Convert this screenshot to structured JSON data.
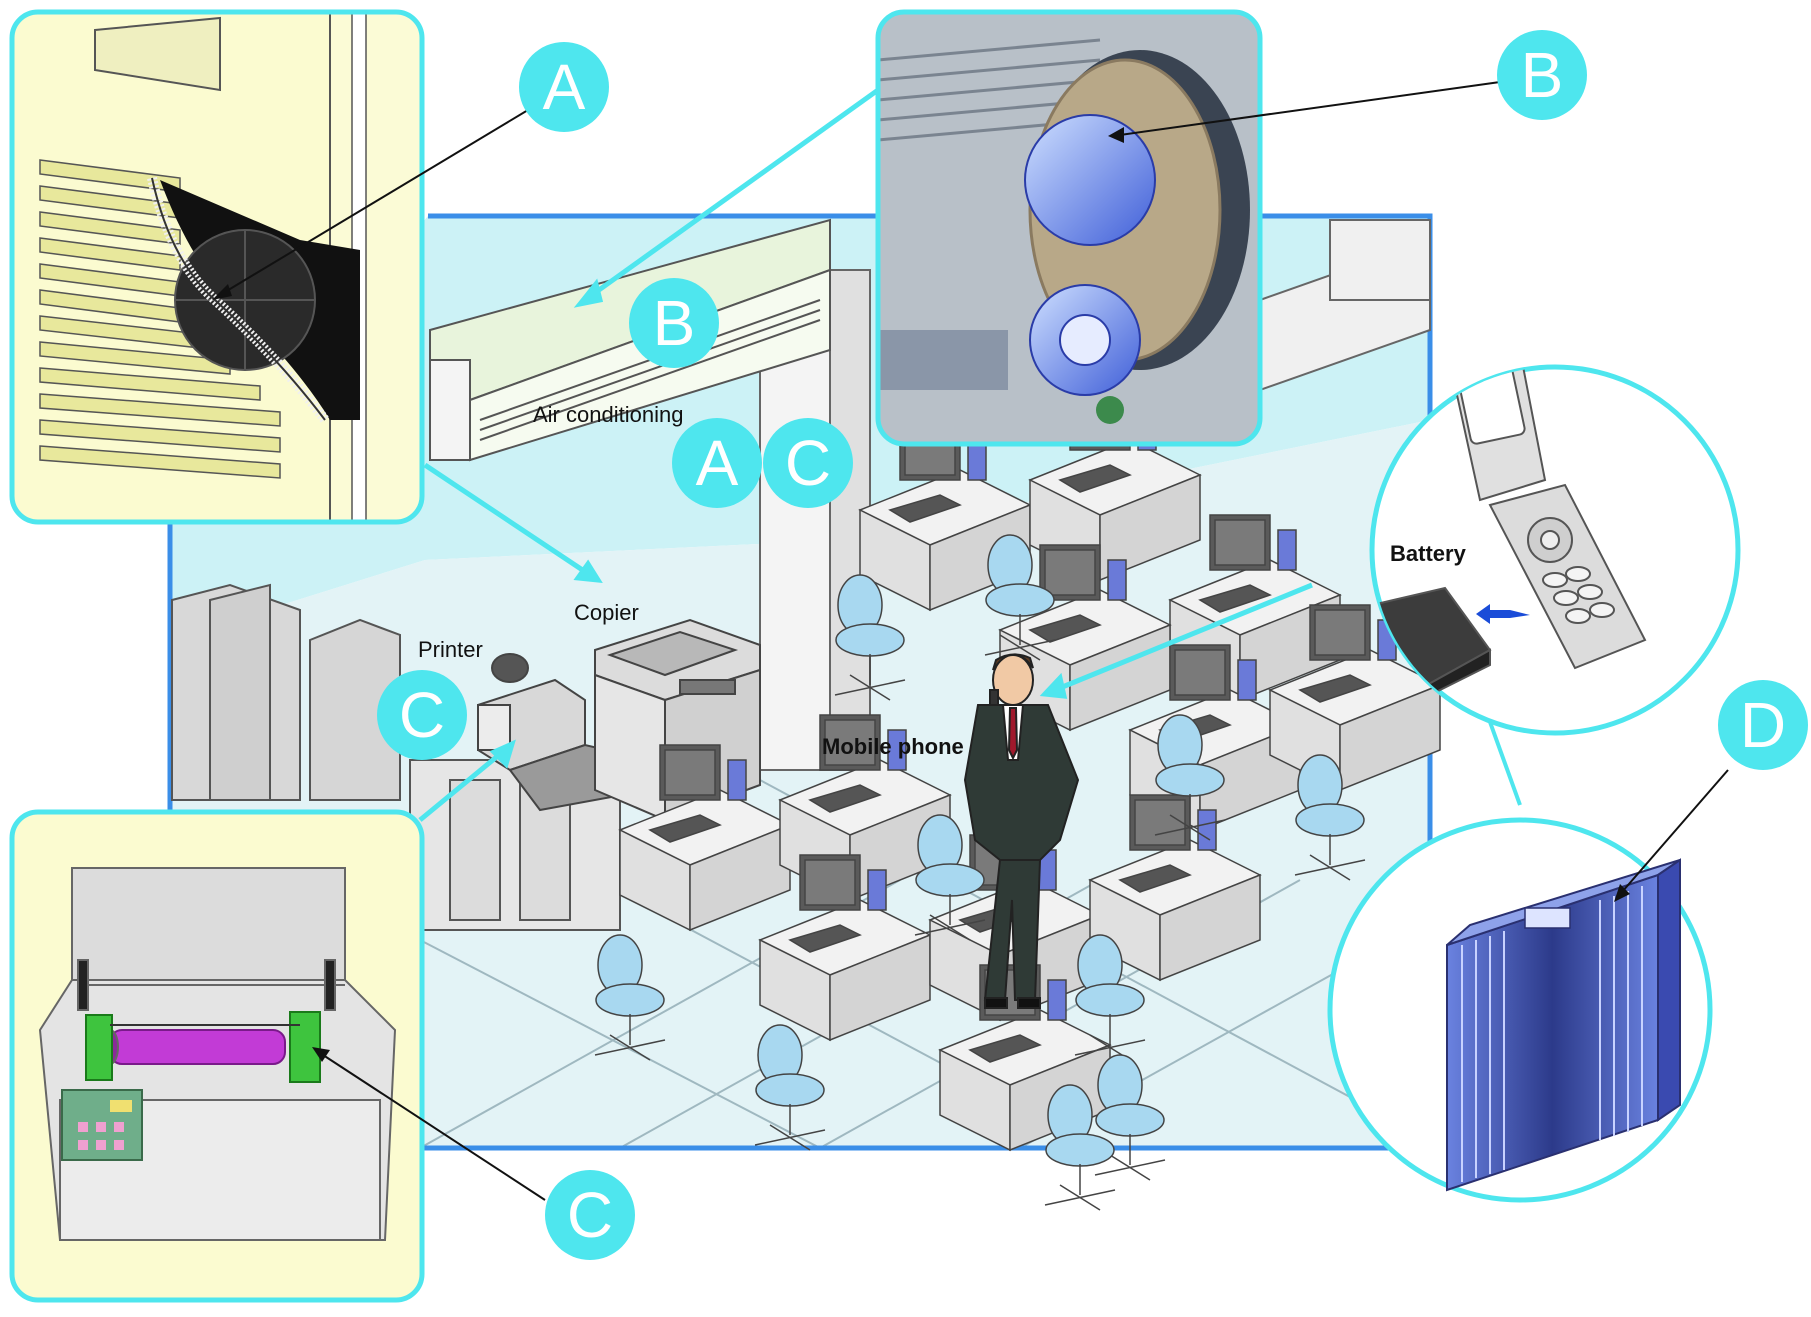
{
  "labels": {
    "air_conditioning": "Air conditioning",
    "copier": "Copier",
    "printer": "Printer",
    "mobile_phone": "Mobile phone",
    "battery": "Battery"
  },
  "markers": {
    "a": "A",
    "b": "B",
    "c": "C",
    "d": "D"
  },
  "colors": {
    "callout_cyan": "#4ee6ee",
    "room_frame_blue": "#3a8ee8",
    "panel_cream": "#fbfbd0",
    "floor_tile": "#dff0f4",
    "chair_blue": "#a8d8f0",
    "cell_blue": "#4a5fd0",
    "roller_purple": "#c23bd6",
    "bracket_green": "#3ec43e"
  }
}
